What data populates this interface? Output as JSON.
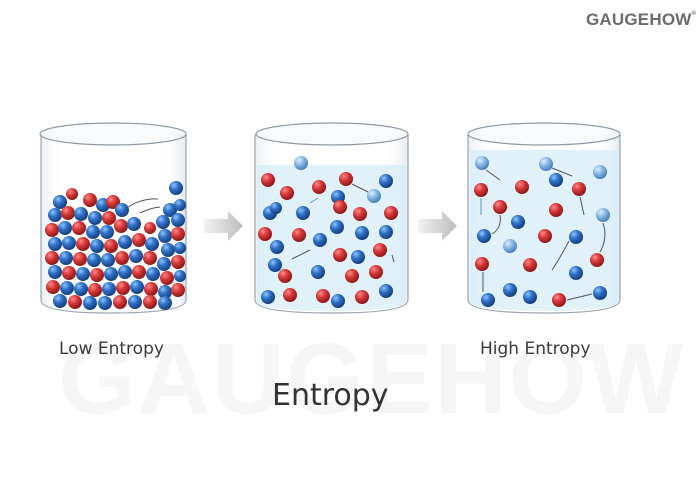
{
  "brand": {
    "logo_text": "GAUGEHOW",
    "logo_mark": "®",
    "watermark_text": "GAUGEHOW"
  },
  "diagram": {
    "title": "Entropy",
    "stages": [
      {
        "id": "low",
        "label": "Low Entropy",
        "state": "packed particles at bottom"
      },
      {
        "id": "mid",
        "label": "",
        "state": "partially spread particles"
      },
      {
        "id": "high",
        "label": "High Entropy",
        "state": "fully dispersed particles"
      }
    ],
    "arrows": [
      {
        "from": "low",
        "to": "mid",
        "icon": "right-arrow-icon"
      },
      {
        "from": "mid",
        "to": "high",
        "icon": "right-arrow-icon"
      }
    ],
    "colors": {
      "red_particle": "#d23a3a",
      "blue_particle": "#2d6fc4",
      "light_blue_particle": "#7fb0e0",
      "liquid": "#d6ecf8",
      "arrow": "#c8c8c8"
    }
  }
}
